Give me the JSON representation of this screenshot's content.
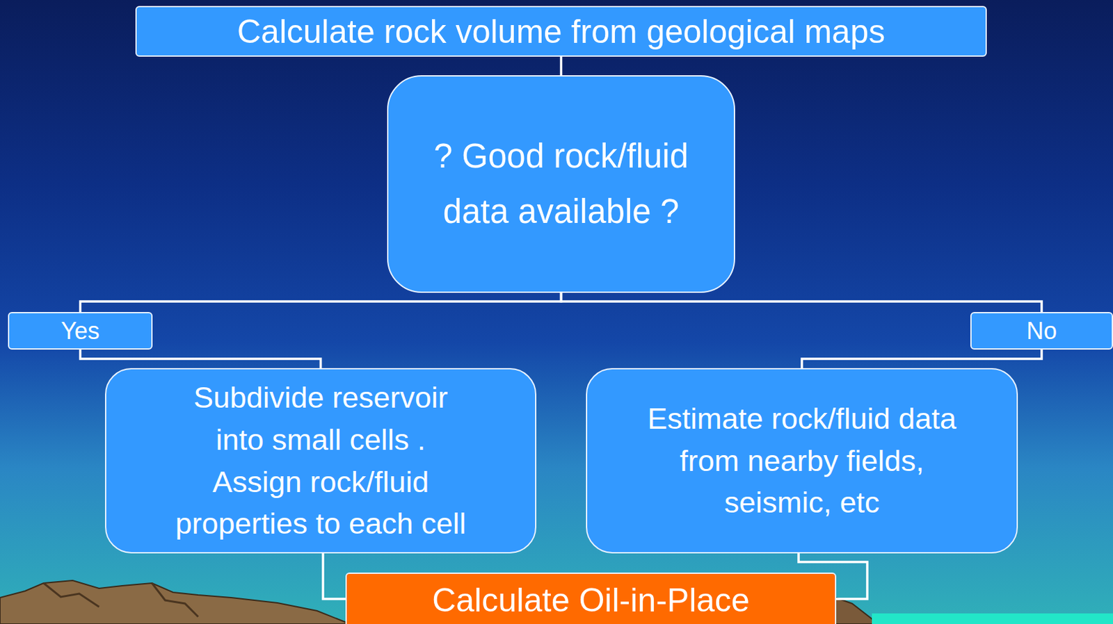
{
  "diagram": {
    "nodes": [
      {
        "text": [
          "Calculate rock volume from geological maps"
        ]
      },
      {
        "text": [
          "? Good rock/fluid data available ?"
        ]
      },
      {
        "text": [
          "Yes"
        ]
      },
      {
        "text": [
          "No"
        ]
      },
      {
        "text": [
          "Subdivide reservoir into small cells . Assign rock/fluid properties to each cell"
        ]
      },
      {
        "text": [
          "Estimate rock/fluid data from nearby fields, seismic, etc"
        ]
      },
      {
        "text": [
          "Calculate Oil-in-Place"
        ]
      }
    ],
    "edges": [
      {
        "from": 0,
        "to": 1,
        "arrow": "none"
      },
      {
        "from": 1,
        "to": 2,
        "arrow": "none"
      },
      {
        "from": 1,
        "to": 3,
        "arrow": "none"
      },
      {
        "from": 2,
        "to": 4,
        "arrow": "none"
      },
      {
        "from": 3,
        "to": 5,
        "arrow": "none"
      },
      {
        "from": 4,
        "to": 6,
        "arrow": "none"
      },
      {
        "from": 5,
        "to": 6,
        "arrow": "none"
      }
    ]
  }
}
